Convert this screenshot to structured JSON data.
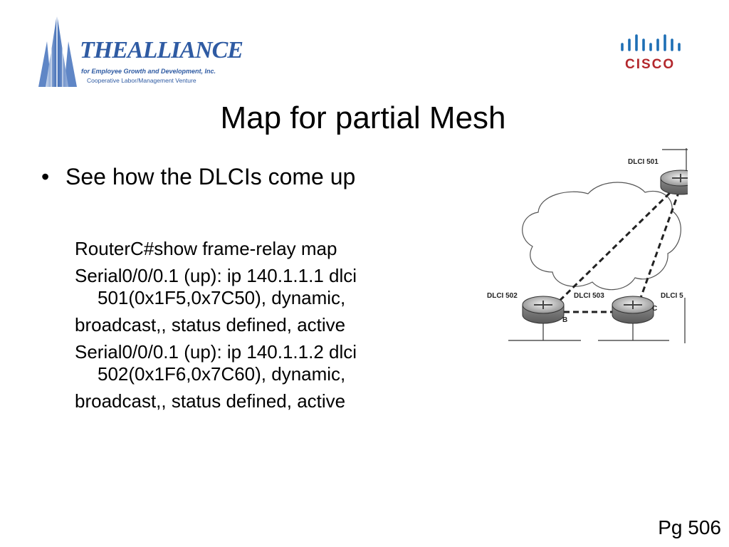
{
  "logos": {
    "alliance_name": "THEALLIANCE",
    "alliance_tagline": "for Employee Growth and Development, Inc.",
    "alliance_subtitle": "Cooperative Labor/Management Venture",
    "cisco_wordmark": "CISCO",
    "colors": {
      "alliance_blue": "#2f5ba3",
      "cisco_red": "#b3282d"
    }
  },
  "slide": {
    "title": "Map for partial Mesh",
    "bullet": "See how the DLCIs come up",
    "cli_lines": [
      "RouterC#show frame-relay map",
      "Serial0/0/0.1 (up): ip 140.1.1.1 dlci 501(0x1F5,0x7C50), dynamic,",
      "broadcast,, status defined, active",
      "Serial0/0/0.1 (up): ip 140.1.1.2 dlci 502(0x1F6,0x7C60), dynamic,",
      "broadcast,, status defined, active"
    ],
    "page_number": "Pg 506"
  },
  "diagram": {
    "labels": {
      "dlci_501": "DLCI 501",
      "dlci_502": "DLCI 502",
      "dlci_503": "DLCI 503",
      "dlci_5": "DLCI 5",
      "router_b": "B",
      "router_c": "C"
    },
    "icons": [
      "router-icon",
      "frame-relay-cloud-icon"
    ]
  }
}
